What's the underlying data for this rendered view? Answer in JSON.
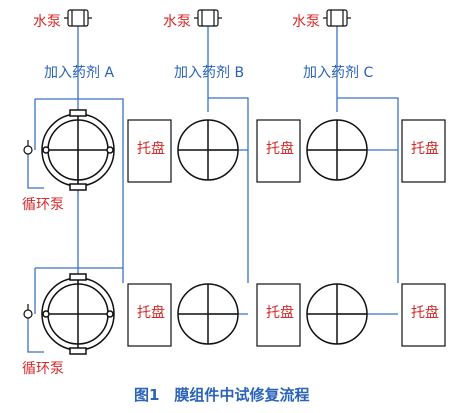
{
  "labels": {
    "pumps": [
      "水泵",
      "水泵",
      "水泵"
    ],
    "agents": [
      "加入药剂 A",
      "加入药剂 B",
      "加入药剂 C"
    ],
    "trays": [
      "托盘",
      "托盘",
      "托盘",
      "托盘",
      "托盘",
      "托盘"
    ],
    "circulation_pumps": [
      "循环泵",
      "循环泵"
    ],
    "caption": "图1　膜组件中试修复流程"
  },
  "colors": {
    "label_red": "#d42a2a",
    "label_blue": "#2a63b8",
    "pipe_blue": "#3a72c4",
    "outline": "#111111"
  },
  "icons": {
    "pump": "water-pump-icon",
    "module": "membrane-module-icon",
    "valve": "valve-icon"
  }
}
